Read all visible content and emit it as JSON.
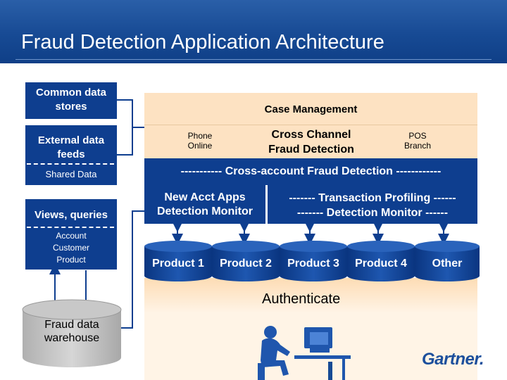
{
  "title": "Fraud Detection Application Architecture",
  "left": {
    "common_data_stores": "Common data stores",
    "external_data_feeds": "External data feeds",
    "shared_data": "Shared Data",
    "views_queries": "Views, queries",
    "account": "Account",
    "customer": "Customer",
    "product": "Product",
    "warehouse": "Fraud data warehouse"
  },
  "right": {
    "case_management": "Case Management",
    "phone_online": "Phone Online",
    "cross_channel": "Cross Channel Fraud Detection",
    "pos_branch": "POS Branch",
    "cross_account": "----------- Cross-account Fraud Detection ------------",
    "new_acct": "New Acct Apps Detection Monitor",
    "tx_profiling_1": "------- Transaction Profiling ------",
    "tx_profiling_2": "-------  Detection Monitor   ------",
    "products": [
      "Product 1",
      "Product 2",
      "Product 3",
      "Product 4",
      "Other"
    ],
    "authenticate": "Authenticate"
  },
  "logo": "Gartner."
}
